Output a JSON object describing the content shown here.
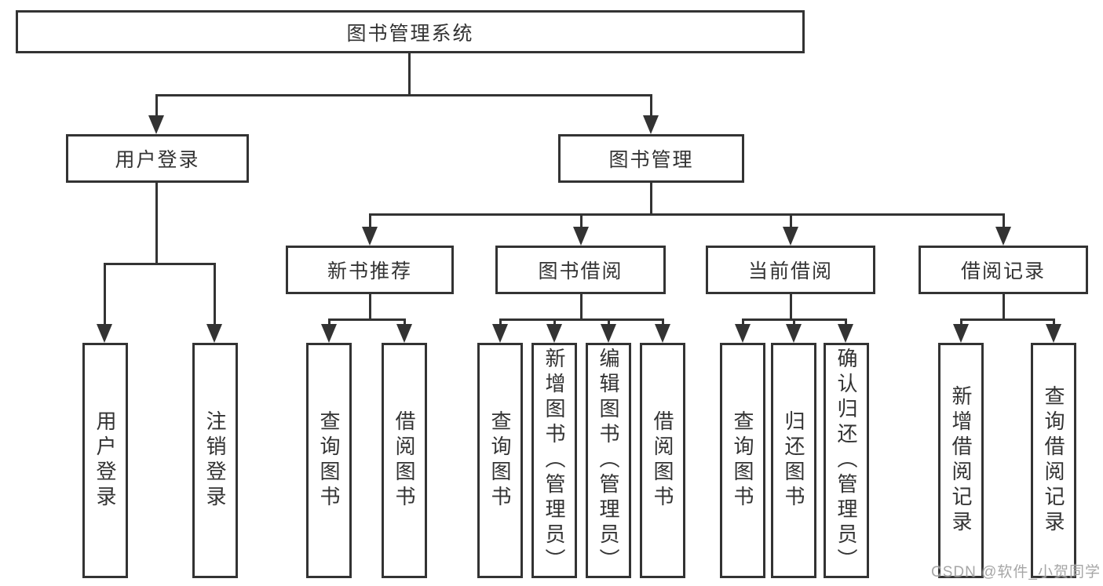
{
  "diagram": {
    "root": {
      "label": "图书管理系统"
    },
    "level1": [
      {
        "label": "用户登录",
        "children": [
          "用户登录",
          "注销登录"
        ]
      },
      {
        "label": "图书管理"
      }
    ],
    "level2": [
      {
        "label": "新书推荐",
        "children": [
          "查询图书",
          "借阅图书"
        ]
      },
      {
        "label": "图书借阅",
        "children": [
          "查询图书",
          "新增图书（管理员）",
          "编辑图书（管理员）",
          "借阅图书"
        ]
      },
      {
        "label": "当前借阅",
        "children": [
          "查询图书",
          "归还图书",
          "确认归还（管理员）"
        ]
      },
      {
        "label": "借阅记录",
        "children": [
          "新增借阅记录",
          "查询借阅记录"
        ]
      }
    ],
    "watermark": "CSDN @软件_小贺同学",
    "colors": {
      "line": "#333333",
      "text": "#333333",
      "background": "#ffffff",
      "watermark": "#969696"
    }
  }
}
